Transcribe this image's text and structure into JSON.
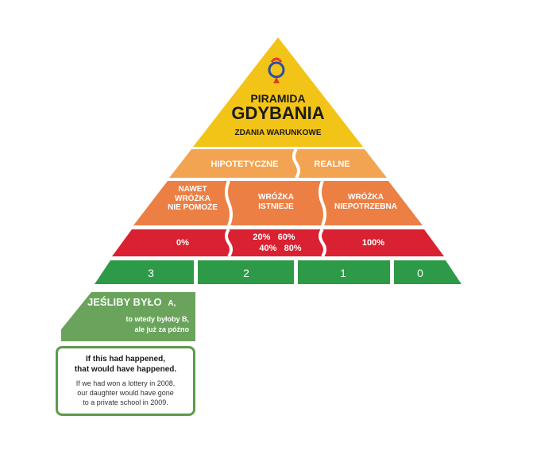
{
  "pyramid": {
    "title_line1": "PIRAMIDA",
    "title_line2": "GDYBANIA",
    "subtitle": "ZDANIA WARUNKOWE",
    "tier2": [
      "HIPOTETYCZNE",
      "REALNE"
    ],
    "tier3": [
      "NAWET\nWRÓŻKA\nNIE POMOŻE",
      "WRÓŻKA\nISTNIEJE",
      "WRÓŻKA\nNIEPOTRZEBNA"
    ],
    "tier4": {
      "left": "0%",
      "middle_row1": "20%   60%",
      "middle_row2": "40%   80%",
      "right": "100%"
    },
    "tier5": [
      "3",
      "2",
      "1",
      "0"
    ]
  },
  "conditional_panel": {
    "heading": "JEŚLIBY BYŁO",
    "heading_suffix": "A,",
    "line2": "to wtedy byłoby B,",
    "line3": "ale już za późno"
  },
  "example_card": {
    "bold_line1": "If this had happened,",
    "bold_line2": "that would have happened.",
    "text_line1": "If we had won a lottery in 2008,",
    "text_line2": "our daughter would have gone",
    "text_line3": "to a private school in 2009."
  },
  "colors": {
    "yellow": "#f3c418",
    "light_orange": "#f2a452",
    "orange": "#ec7f44",
    "red": "#d92131",
    "green": "#2d9a47",
    "panel_green": "#6aa45c"
  }
}
